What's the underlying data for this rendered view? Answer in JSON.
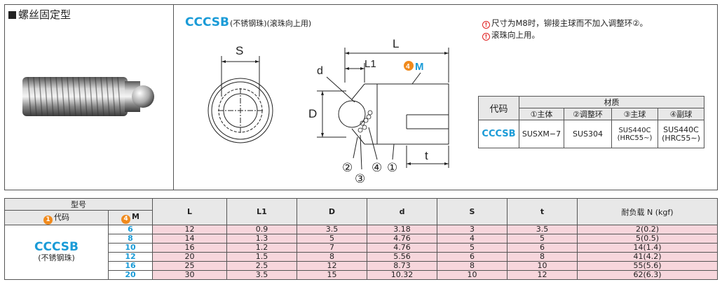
{
  "header": {
    "type_title": "螺丝固定型"
  },
  "product": {
    "code": "CCCSB",
    "subtitle": "(不锈钢珠)(滚珠向上用)"
  },
  "notes": [
    "尺寸为M8时，铆接主球而不加入调整环②。",
    "滚珠向上用。"
  ],
  "drawing": {
    "label_S": "S",
    "label_L": "L",
    "label_L1": "L1",
    "label_d": "d",
    "label_D": "D",
    "label_t": "t",
    "label_M": "M",
    "badge_M": "4",
    "parts": [
      "①",
      "②",
      "③",
      "④"
    ]
  },
  "material_table": {
    "code_header": "代码",
    "material_header": "材质",
    "columns": [
      "①主体",
      "②调整环",
      "③主球",
      "④副球"
    ],
    "row": {
      "code": "CCCSB",
      "values": [
        "SUSXM−7",
        "SUS304",
        "SUS440C\n(HRC55∼)",
        "SUS440C\n(HRC55∼)"
      ]
    }
  },
  "spec_table": {
    "model_header": "型号",
    "code_header": "代码",
    "code_badge": "1",
    "m_header": "M",
    "m_badge": "4",
    "columns": [
      "L",
      "L1",
      "D",
      "d",
      "S",
      "t",
      "耐负载 N (kgf)"
    ],
    "code": "CCCSB",
    "code_note": "(不锈钢珠)",
    "rows": [
      {
        "M": "6",
        "L": "12",
        "L1": "0.9",
        "D": "3.5",
        "d": "3.18",
        "S": "3",
        "t": "3.5",
        "load": "2(0.2)"
      },
      {
        "M": "8",
        "L": "14",
        "L1": "1.3",
        "D": "5",
        "d": "4.76",
        "S": "4",
        "t": "5",
        "load": "5(0.5)"
      },
      {
        "M": "10",
        "L": "16",
        "L1": "1.2",
        "D": "7",
        "d": "4.76",
        "S": "5",
        "t": "6",
        "load": "14(1.4)"
      },
      {
        "M": "12",
        "L": "20",
        "L1": "1.5",
        "D": "8",
        "d": "5.56",
        "S": "6",
        "t": "8",
        "load": "41(4.2)"
      },
      {
        "M": "16",
        "L": "25",
        "L1": "2.5",
        "D": "12",
        "d": "8.73",
        "S": "8",
        "t": "10",
        "load": "55(5.6)"
      },
      {
        "M": "20",
        "L": "30",
        "L1": "3.5",
        "D": "15",
        "d": "10.32",
        "S": "10",
        "t": "12",
        "load": "62(6.3)"
      }
    ]
  },
  "colors": {
    "accent_blue": "#1a9bd7",
    "row_pink": "#f7d6dc",
    "badge_orange": "#f08a1c",
    "warn_red": "#e02020"
  }
}
